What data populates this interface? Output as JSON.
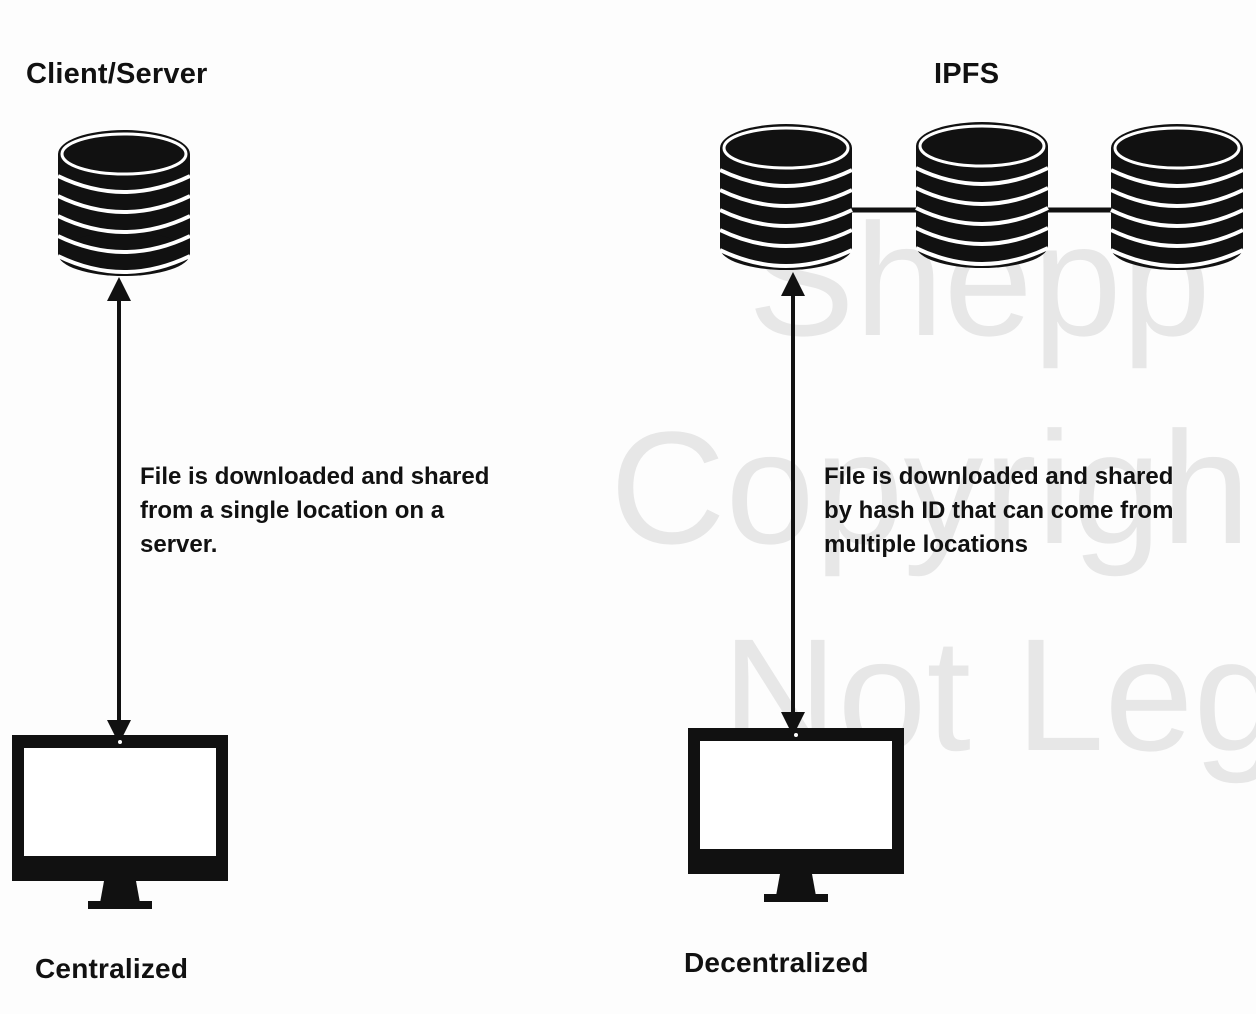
{
  "left": {
    "title": "Client/Server",
    "description_lines": [
      "File is downloaded and shared",
      "from a single location on a",
      "server."
    ],
    "caption": "Centralized"
  },
  "right": {
    "title": "IPFS",
    "description_lines": [
      "File is downloaded and shared",
      "by hash ID that can come from",
      "multiple locations"
    ],
    "caption": "Decentralized"
  },
  "watermark": {
    "lines": [
      "Shepp",
      "Copyrigh",
      "Not Leg"
    ]
  },
  "icons": {
    "server": "database-icon",
    "client": "monitor-icon"
  },
  "colors": {
    "ink": "#111111",
    "screen": "#ffffff",
    "watermark": "#d6d6d6"
  }
}
